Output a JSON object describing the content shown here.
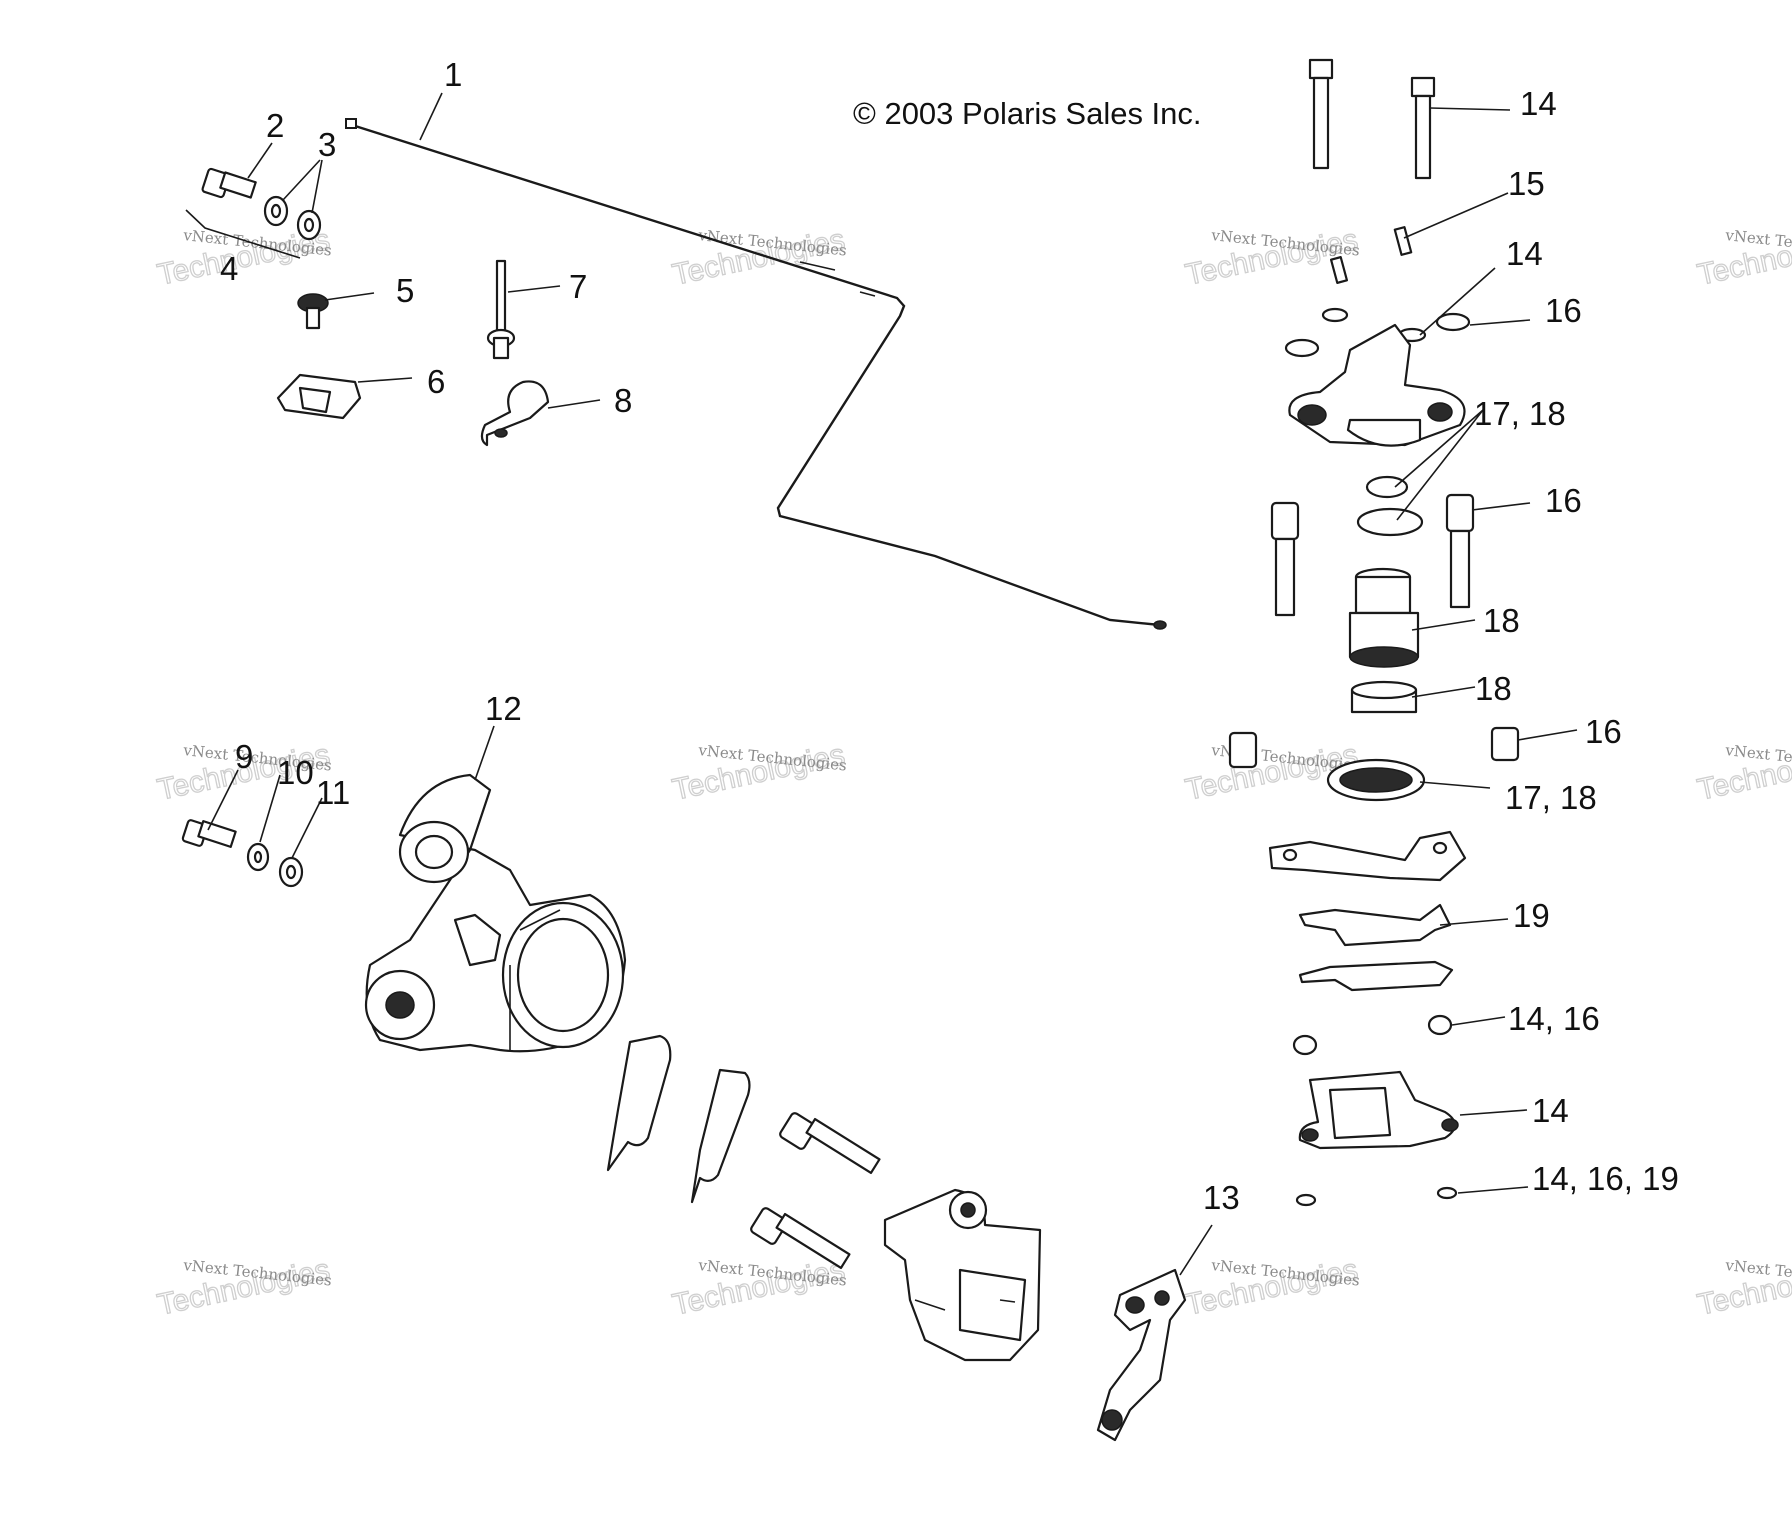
{
  "copyright": "© 2003 Polaris Sales Inc.",
  "watermark": {
    "line1": "vNext Technologies",
    "line2": "Technologies"
  },
  "callouts": [
    {
      "id": "c1",
      "label": "1"
    },
    {
      "id": "c2",
      "label": "2"
    },
    {
      "id": "c3",
      "label": "3"
    },
    {
      "id": "c4",
      "label": "4"
    },
    {
      "id": "c5",
      "label": "5"
    },
    {
      "id": "c6",
      "label": "6"
    },
    {
      "id": "c7",
      "label": "7"
    },
    {
      "id": "c8",
      "label": "8"
    },
    {
      "id": "c9",
      "label": "9"
    },
    {
      "id": "c10",
      "label": "10"
    },
    {
      "id": "c11",
      "label": "11"
    },
    {
      "id": "c12",
      "label": "12"
    },
    {
      "id": "c13",
      "label": "13"
    },
    {
      "id": "c14a",
      "label": "14"
    },
    {
      "id": "c15",
      "label": "15"
    },
    {
      "id": "c14b",
      "label": "14"
    },
    {
      "id": "c16a",
      "label": "16"
    },
    {
      "id": "c1718a",
      "label": "17, 18"
    },
    {
      "id": "c16b",
      "label": "16"
    },
    {
      "id": "c18a",
      "label": "18"
    },
    {
      "id": "c18b",
      "label": "18"
    },
    {
      "id": "c16c",
      "label": "16"
    },
    {
      "id": "c1718b",
      "label": "17,   18"
    },
    {
      "id": "c19",
      "label": "19"
    },
    {
      "id": "c1416",
      "label": "14, 16"
    },
    {
      "id": "c14c",
      "label": "14"
    },
    {
      "id": "c141619",
      "label": "14,  16, 19"
    }
  ]
}
